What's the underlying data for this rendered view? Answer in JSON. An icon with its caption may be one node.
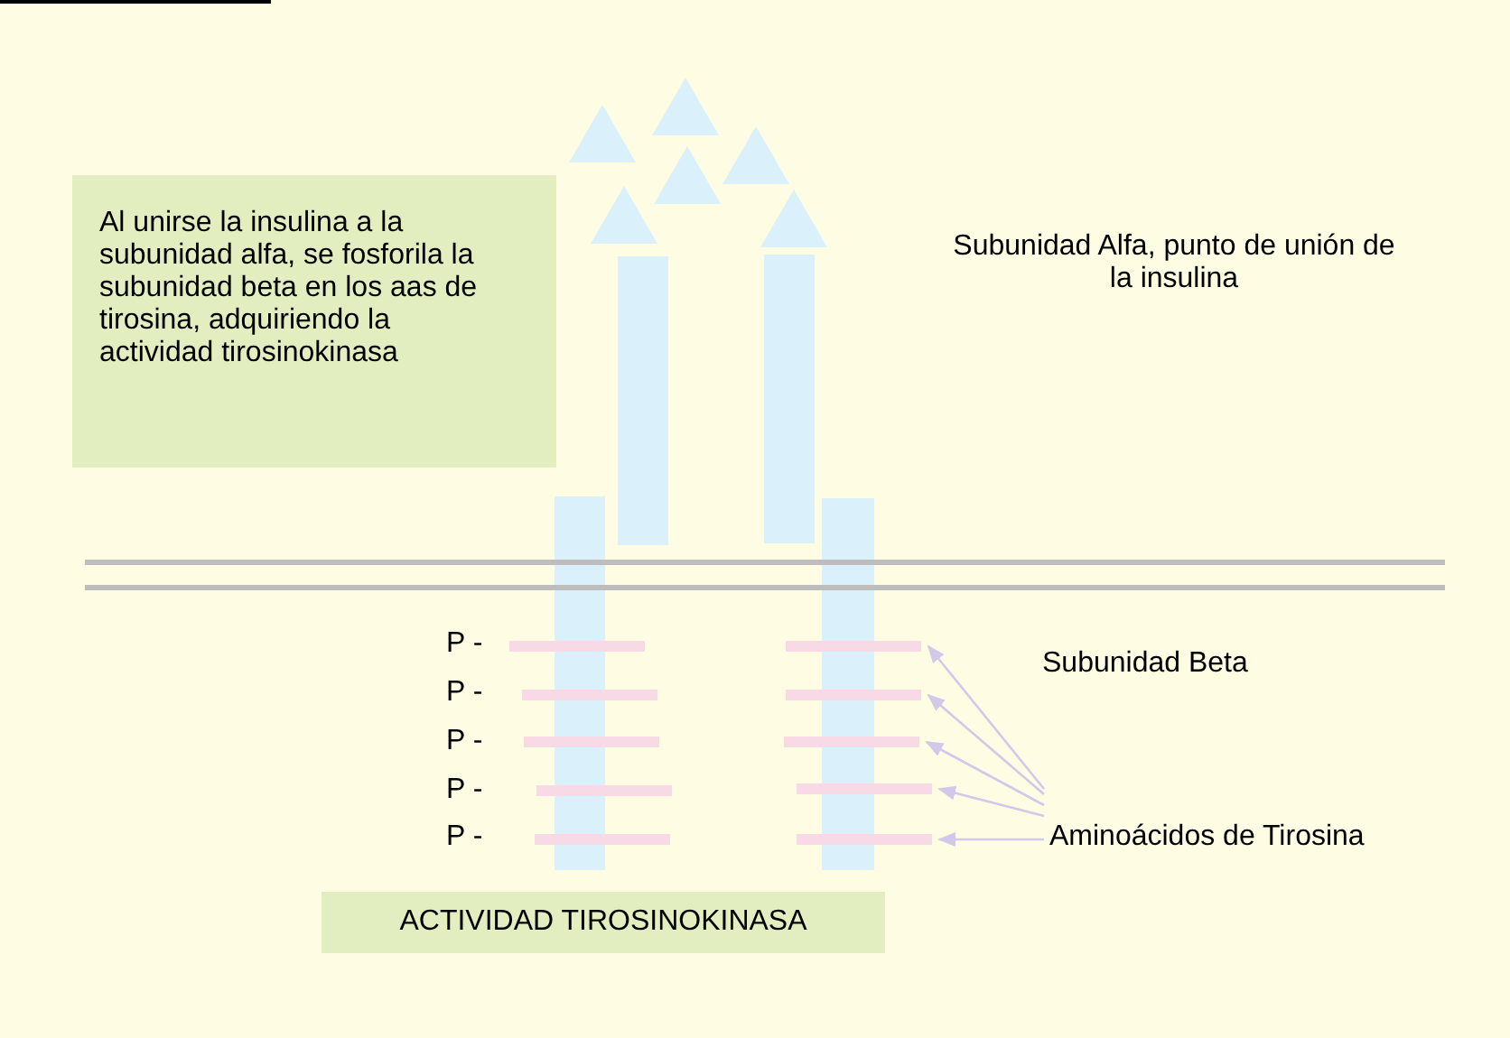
{
  "diagram": {
    "nodes": [
      {
        "text": [
          "Al unirse la insulina a la subunidad alfa, se fosforila la subunidad beta en los aas de tirosina, adquiriendo la actividad tirosinokinasa"
        ]
      },
      {
        "text": [
          "Aminoácidos de Tirosina"
        ]
      },
      {
        "text": [],
        "shape": "bar"
      },
      {
        "text": [],
        "shape": "bar"
      },
      {
        "text": [],
        "shape": "bar"
      },
      {
        "text": [],
        "shape": "bar"
      },
      {
        "text": [],
        "shape": "bar"
      },
      {
        "text": [
          "ACTIVIDAD TIROSINOKINASA"
        ]
      }
    ],
    "edges": [
      {
        "from": 1,
        "to": 2,
        "arrow": "to"
      },
      {
        "from": 1,
        "to": 3,
        "arrow": "to"
      },
      {
        "from": 1,
        "to": 4,
        "arrow": "to"
      },
      {
        "from": 1,
        "to": 5,
        "arrow": "to"
      },
      {
        "from": 1,
        "to": 6,
        "arrow": "to"
      }
    ],
    "labels": [
      "Subunidad Alfa, punto de unión de la insulina",
      "Subunidad Beta",
      "P -",
      "P -",
      "P -",
      "P -",
      "P -"
    ]
  }
}
